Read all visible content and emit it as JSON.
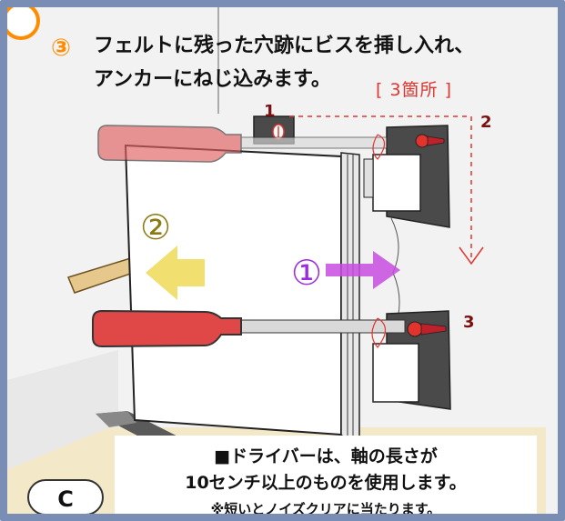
{
  "step_number": "③",
  "heading": {
    "line1": "フェルトに残った穴跡にビスを挿し入れ、",
    "line2": "アンカーにねじ込みます。"
  },
  "count_note": "[ 3箇所 ]",
  "markers": {
    "m1": "1",
    "m2": "2",
    "m3": "3"
  },
  "arrows": {
    "a1": "①",
    "a2": "②"
  },
  "note": {
    "line1": "■ドライバーは、軸の長さが",
    "line2": "10センチ以上のものを使用します。",
    "line3": "※短いとノイズクリアに当たります。"
  },
  "badge": "C",
  "colors": {
    "frame": "#7a8db5",
    "accent_red": "#e2342d",
    "arrow_purple": "#c84de0",
    "arrow_yellow": "#f0dc60",
    "circle_orange": "#ff8c00"
  }
}
